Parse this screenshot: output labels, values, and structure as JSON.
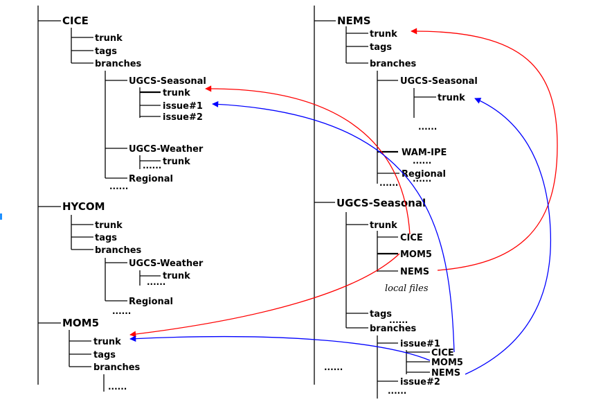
{
  "left": {
    "cice": {
      "title": "CICE",
      "trunk": "trunk",
      "tags": "tags",
      "branches": "branches",
      "ugcs_seasonal": {
        "label": "UGCS-Seasonal",
        "trunk": "trunk",
        "issue1": "issue#1",
        "issue2": "issue#2"
      },
      "ugcs_weather": {
        "label": "UGCS-Weather",
        "trunk": "trunk",
        "dots": "......"
      },
      "regional": "Regional",
      "dots": "......"
    },
    "hycom": {
      "title": "HYCOM",
      "trunk": "trunk",
      "tags": "tags",
      "branches": "branches",
      "ugcs_weather": {
        "label": "UGCS-Weather",
        "trunk": "trunk",
        "dots": "......"
      },
      "regional": "Regional",
      "dots": "......"
    },
    "mom5": {
      "title": "MOM5",
      "trunk": "trunk",
      "tags": "tags",
      "branches": "branches",
      "dots": "......"
    }
  },
  "right": {
    "nems": {
      "title": "NEMS",
      "trunk": "trunk",
      "tags": "tags",
      "branches": "branches",
      "ugcs_seasonal": {
        "label": "UGCS-Seasonal",
        "trunk": "trunk",
        "dots": "......"
      },
      "wam_ipe": {
        "label": "WAM-IPE",
        "dots": "......"
      },
      "regional": "Regional",
      "dots1": "......",
      "dots2": "......"
    },
    "ugcs_seasonal": {
      "title": "UGCS-Seasonal",
      "trunk": "trunk",
      "cice": "CICE",
      "mom5": "MOM5",
      "nems": "NEMS",
      "local_files": "local files",
      "tags": "tags",
      "tags_dots": "......",
      "branches": "branches",
      "issue1": {
        "label": "issue#1",
        "cice": "CICE",
        "mom5": "MOM5",
        "nems": "NEMS"
      },
      "issue2": "issue#2",
      "issue2_dots": "......",
      "side_dots": "......"
    }
  },
  "colors": {
    "red_link": "#ff0000",
    "blue_link": "#0000ff",
    "tree": "#000000",
    "edge_mark": "#1e90ff"
  }
}
